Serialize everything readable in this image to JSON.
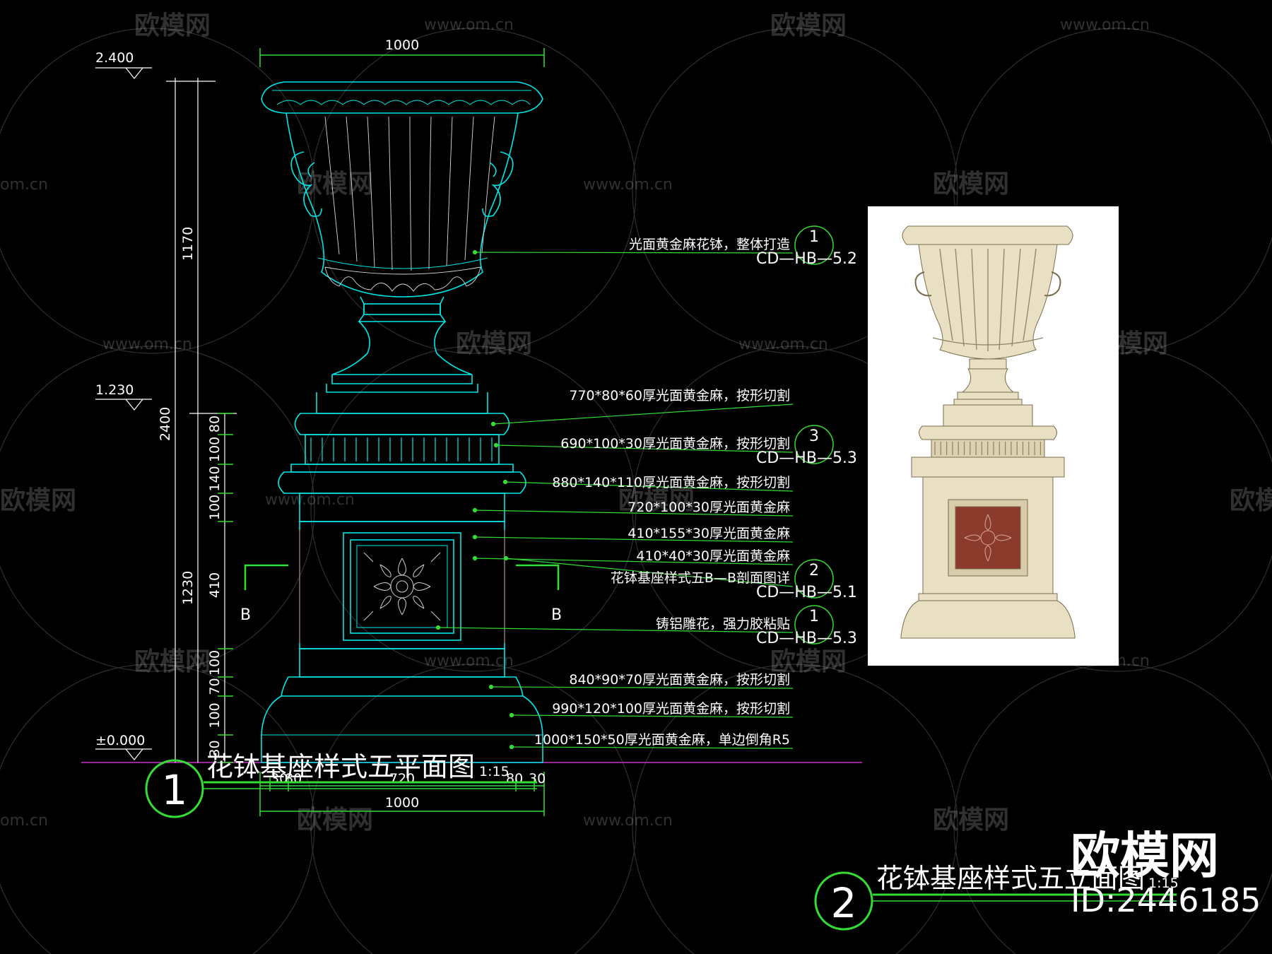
{
  "watermark": {
    "brand": "欧模网",
    "url": "www.om.cn",
    "url_short": "om.cn"
  },
  "levels": {
    "top": "2.400",
    "mid": "1.230",
    "base": "±0.000"
  },
  "dimensions": {
    "total_width": "1000",
    "bottom_width": "1000",
    "height_total": "2400",
    "height_upper": "1170",
    "height_lower": "1230",
    "stack": [
      "80",
      "100",
      "140",
      "100",
      "410",
      "100",
      "70",
      "100",
      "30"
    ],
    "bottom_splits": [
      "30",
      "80",
      "720",
      "80",
      "30"
    ]
  },
  "section_marks": {
    "left": "B",
    "right": "B"
  },
  "notes": [
    {
      "text": "光面黄金麻花钵，整体打造",
      "ref_no": "1",
      "ref_code": "CD—HB—5.2"
    },
    {
      "text": "770*80*60厚光面黄金麻，按形切割"
    },
    {
      "text": "690*100*30厚光面黄金麻，按形切割",
      "ref_no": "3",
      "ref_code": "CD—HB—5.3"
    },
    {
      "text": "880*140*110厚光面黄金麻，按形切割"
    },
    {
      "text": "720*100*30厚光面黄金麻"
    },
    {
      "text": "410*155*30厚光面黄金麻"
    },
    {
      "text": "410*40*30厚光面黄金麻"
    },
    {
      "text": "花钵基座样式五B—B剖面图详",
      "ref_no": "2",
      "ref_code": "CD—HB—5.1"
    },
    {
      "text": "铸铝雕花，强力胶粘贴",
      "ref_no": "1",
      "ref_code": "CD—HB—5.3"
    },
    {
      "text": "840*90*70厚光面黄金麻，按形切割"
    },
    {
      "text": "990*120*100厚光面黄金麻，按形切割"
    },
    {
      "text": "1000*150*50厚光面黄金麻，单边倒角R5"
    }
  ],
  "drawing1": {
    "number": "1",
    "title": "花钵基座样式五平面图",
    "scale": "1:15"
  },
  "drawing2": {
    "number": "2",
    "title": "花钵基座样式五立面图",
    "scale": "1:15"
  },
  "brand_block": {
    "name": "欧模网",
    "id": "ID:2446185"
  },
  "colors": {
    "background": "#000000",
    "outline": "#00e6e6",
    "leader": "#33dd33",
    "ground_line": "#cc33cc",
    "stone": "#e9dfc3",
    "stone_shade": "#cdbf98",
    "medallion": "#8a3b2c"
  }
}
